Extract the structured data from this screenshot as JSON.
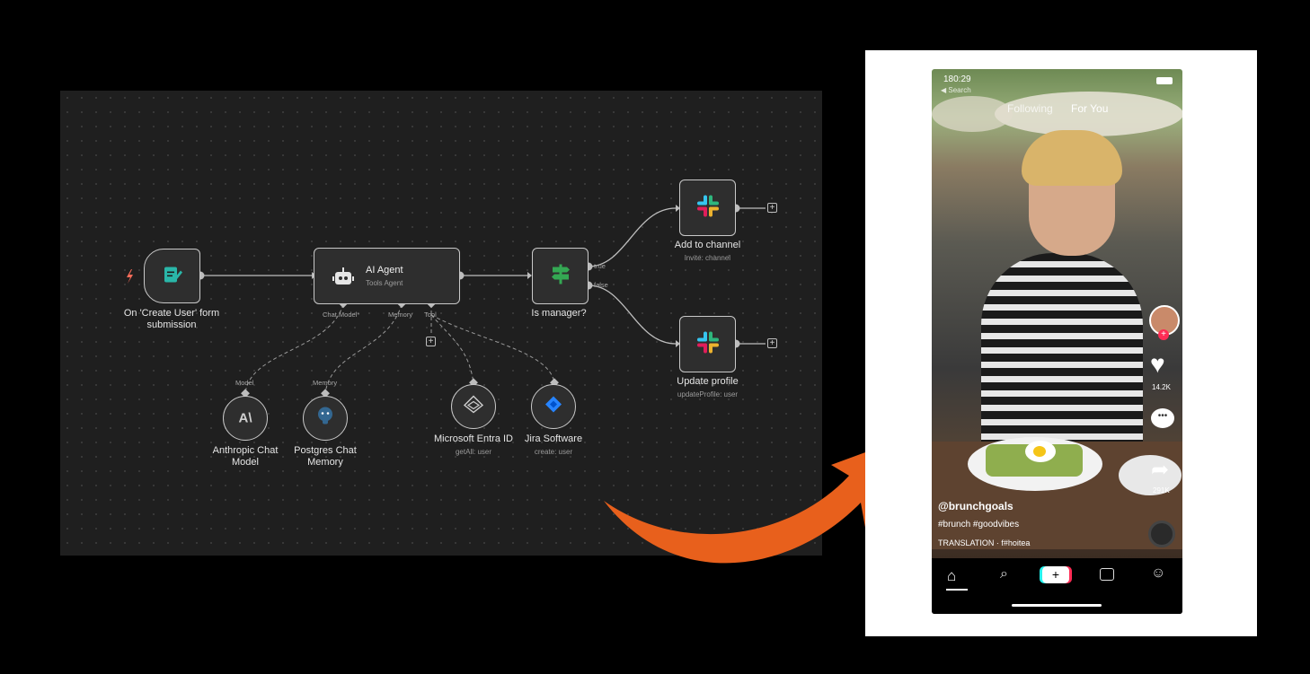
{
  "workflow": {
    "trigger": {
      "label_line1": "On 'Create User' form",
      "label_line2": "submission"
    },
    "agent": {
      "title": "AI Agent",
      "subtitle": "Tools Agent",
      "port_chat_model": "Chat Model*",
      "port_memory": "Memory",
      "port_tool": "Tool"
    },
    "if_node": {
      "label": "Is manager?",
      "port_true": "true",
      "port_false": "false"
    },
    "slack_add": {
      "label": "Add to channel",
      "subtitle": "invite: channel"
    },
    "slack_update": {
      "label": "Update profile",
      "subtitle": "updateProfile: user"
    },
    "anthropic": {
      "label_line1": "Anthropic Chat",
      "label_line2": "Model",
      "port": "Model"
    },
    "postgres": {
      "label_line1": "Postgres Chat",
      "label_line2": "Memory",
      "port": "Memory"
    },
    "entra": {
      "label": "Microsoft Entra ID",
      "subtitle": "getAll: user"
    },
    "jira": {
      "label": "Jira Software",
      "subtitle": "create: user"
    }
  },
  "phone": {
    "status_time": "180:29",
    "back_label": "◀ Search",
    "tab_following": "Following",
    "tab_for_you": "For You",
    "like_count": "14.2K",
    "share_count": "291K",
    "username": "@brunchgoals",
    "hashtags": "#brunch #goodvibes",
    "translation": "TRANSLATION · f#hoitea",
    "nav_icons": [
      "home-icon",
      "search-icon",
      "create-icon",
      "inbox-icon",
      "profile-icon"
    ]
  },
  "colors": {
    "arrow": "#e8601c",
    "canvas_bg": "#1f1f1f",
    "node_border": "#c9c9c9",
    "if_green": "#34a853",
    "form_teal": "#2ab7a9"
  }
}
